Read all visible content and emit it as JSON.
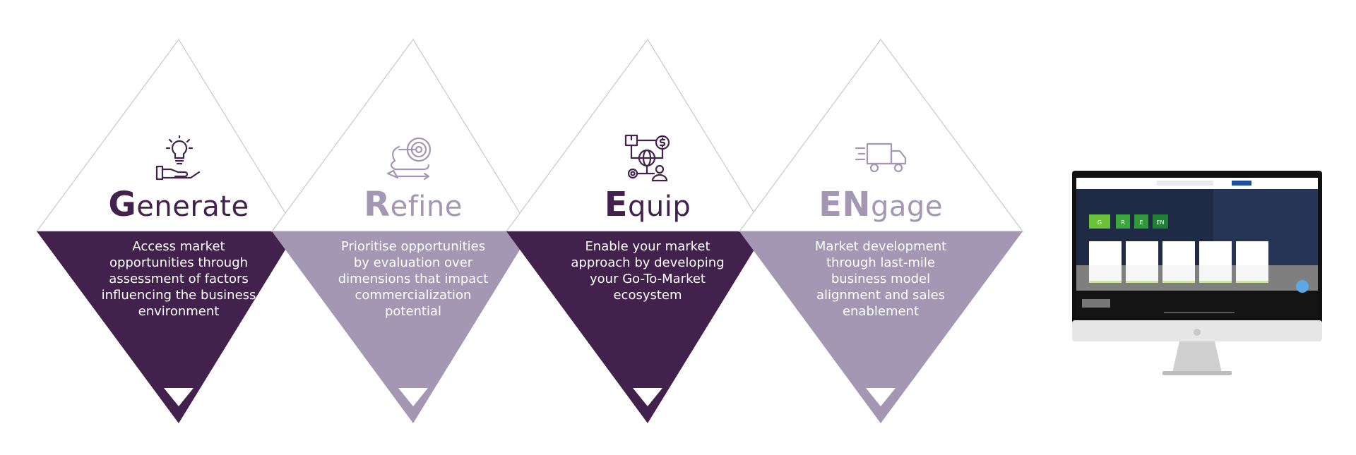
{
  "colors": {
    "dark": "#42224d",
    "light": "#a497b3",
    "lightTitle": "#a497b3",
    "outline": "#c9c9c9",
    "green": "#6ac23a"
  },
  "cards": [
    {
      "big": "G",
      "rest": "enerate",
      "description": "Access market opportunities through assessment of factors influencing the business environment",
      "icon": "lightbulb-hand-icon",
      "tone": "dark"
    },
    {
      "big": "R",
      "rest": "efine",
      "description": "Prioritise opportunities by evaluation over dimensions that impact commercialization potential",
      "icon": "target-arrow-icon",
      "tone": "light"
    },
    {
      "big": "E",
      "rest": "quip",
      "description": "Enable your market approach by developing your Go-To-Market ecosystem",
      "icon": "business-network-icon",
      "tone": "dark"
    },
    {
      "big": "EN",
      "rest": "gage",
      "description": "Market development through last-mile business model alignment and sales enablement",
      "icon": "delivery-truck-icon",
      "tone": "light"
    }
  ],
  "monitor": {
    "icon": "desktop-monitor-icon",
    "tile_labels": [
      "G",
      "R",
      "E",
      "EN"
    ]
  }
}
